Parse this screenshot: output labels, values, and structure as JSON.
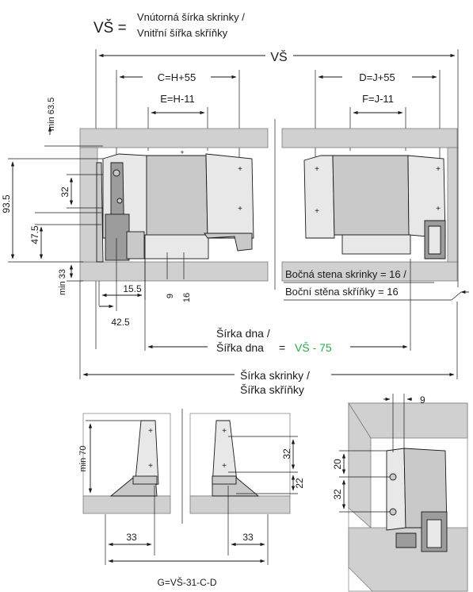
{
  "header": {
    "vs_symbol": "VŠ =",
    "definition_sk": "Vnútorná šírka skrinky /",
    "definition_cz": "Vnitřní šířka skříňky"
  },
  "top_dimensions": {
    "overall": "VŠ",
    "left_outer": "C=H+55",
    "left_inner": "E=H-11",
    "right_outer": "D=J+55",
    "right_inner": "F=J-11"
  },
  "left_dimensions": {
    "min_top": "min 63.5",
    "d_93_5": "93.5",
    "d_32": "32",
    "d_47_5": "47.5",
    "min_bottom": "min 33"
  },
  "bottom_dimensions": {
    "d_15_5": "15.5",
    "d_42_5": "42.5",
    "d_9": "9",
    "d_16": "16"
  },
  "side_wall": {
    "label_sk": "Bočná stena skrinky = 16 /",
    "label_cz": "Boční stěna skříňky = 16"
  },
  "bottom_width": {
    "label_sk": "Šírka dna /",
    "label_cz": "Šířka dna",
    "equals": "=",
    "formula": "VŠ - 75"
  },
  "cabinet_width": {
    "label_sk": "Šírka skrinky /",
    "label_cz": "Šířka skříňky"
  },
  "detail_views": {
    "min_70": "min 70",
    "d_33_left": "33",
    "d_33_right": "33",
    "d_32": "32",
    "d_22": "22",
    "formula_g": "G=VŠ-31-C-D"
  },
  "iso_detail": {
    "d_9": "9",
    "d_20": "20",
    "d_32": "32"
  },
  "colors": {
    "line": "#1a1a1a",
    "panel": "#d0d0d0",
    "accent_green": "#2ea84a"
  }
}
